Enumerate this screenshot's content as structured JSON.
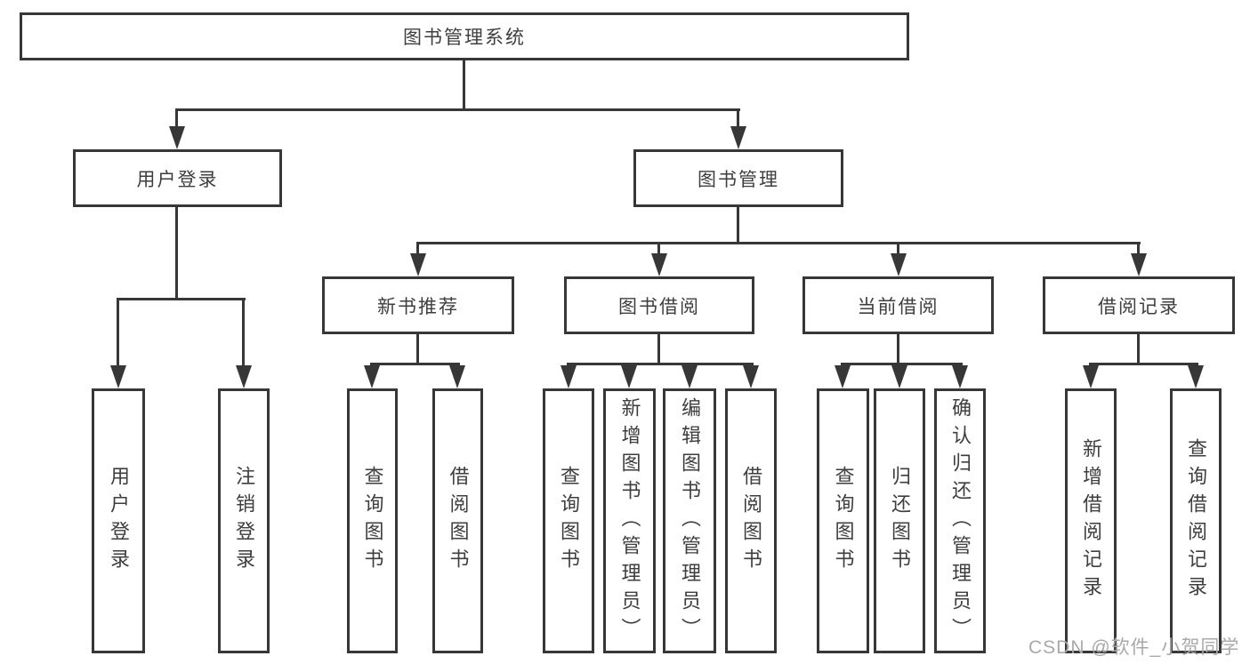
{
  "tree": {
    "label": "图书管理系统",
    "children": [
      {
        "label": "用户登录",
        "children": [
          {
            "label": "用户登录"
          },
          {
            "label": "注销登录"
          }
        ]
      },
      {
        "label": "图书管理",
        "children": [
          {
            "label": "新书推荐",
            "children": [
              {
                "label": "查询图书"
              },
              {
                "label": "借阅图书"
              }
            ]
          },
          {
            "label": "图书借阅",
            "children": [
              {
                "label": "查询图书"
              },
              {
                "label": "新增图书（管理员）"
              },
              {
                "label": "编辑图书（管理员）"
              },
              {
                "label": "借阅图书"
              }
            ]
          },
          {
            "label": "当前借阅",
            "children": [
              {
                "label": "查询图书"
              },
              {
                "label": "归还图书"
              },
              {
                "label": "确认归还（管理员）"
              }
            ]
          },
          {
            "label": "借阅记录",
            "children": [
              {
                "label": "新增借阅记录"
              },
              {
                "label": "查询借阅记录"
              }
            ]
          }
        ]
      }
    ]
  },
  "watermark": {
    "text": "CSDN @软件_小贺同学"
  },
  "colors": {
    "line": "#373737",
    "text": "#3e3e3e",
    "box_background": "#ffffff",
    "watermark": "#a9a9a9"
  }
}
